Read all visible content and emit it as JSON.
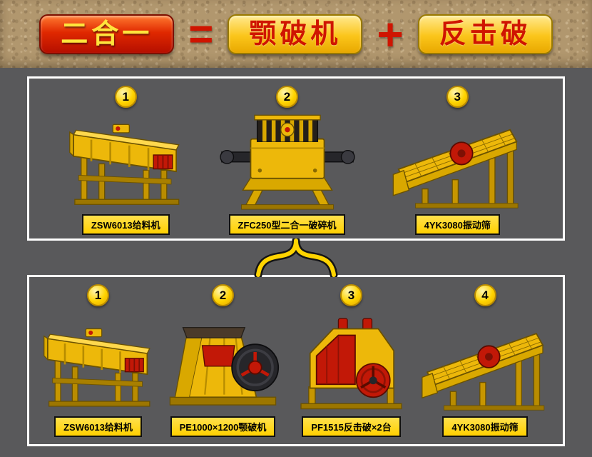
{
  "banner": {
    "result": "二合一",
    "equals": "=",
    "operand1": "颚破机",
    "plus": "+",
    "operand2": "反击破"
  },
  "panels": [
    {
      "items": [
        {
          "number": "1",
          "label": "ZSW6013给料机",
          "icon": "feeder-machine-icon"
        },
        {
          "number": "2",
          "label": "ZFC250型二合一破碎机",
          "icon": "combo-crusher-machine-icon"
        },
        {
          "number": "3",
          "label": "4YK3080振动筛",
          "icon": "vibrating-screen-machine-icon"
        }
      ]
    },
    {
      "items": [
        {
          "number": "1",
          "label": "ZSW6013给料机",
          "icon": "feeder-machine-icon"
        },
        {
          "number": "2",
          "label": "PE1000×1200颚破机",
          "icon": "jaw-crusher-machine-icon"
        },
        {
          "number": "3",
          "label": "PF1515反击破×2台",
          "icon": "impact-crusher-machine-icon"
        },
        {
          "number": "4",
          "label": "4YK3080振动筛",
          "icon": "vibrating-screen-machine-icon"
        }
      ]
    }
  ],
  "colors": {
    "page_background": "#59595b",
    "banner_background": "#b1976e",
    "accent_red": "#c81000",
    "accent_yellow": "#ffd400",
    "panel_border": "#ffffff",
    "machine_yellow": "#edb80a",
    "machine_red": "#c21807"
  }
}
